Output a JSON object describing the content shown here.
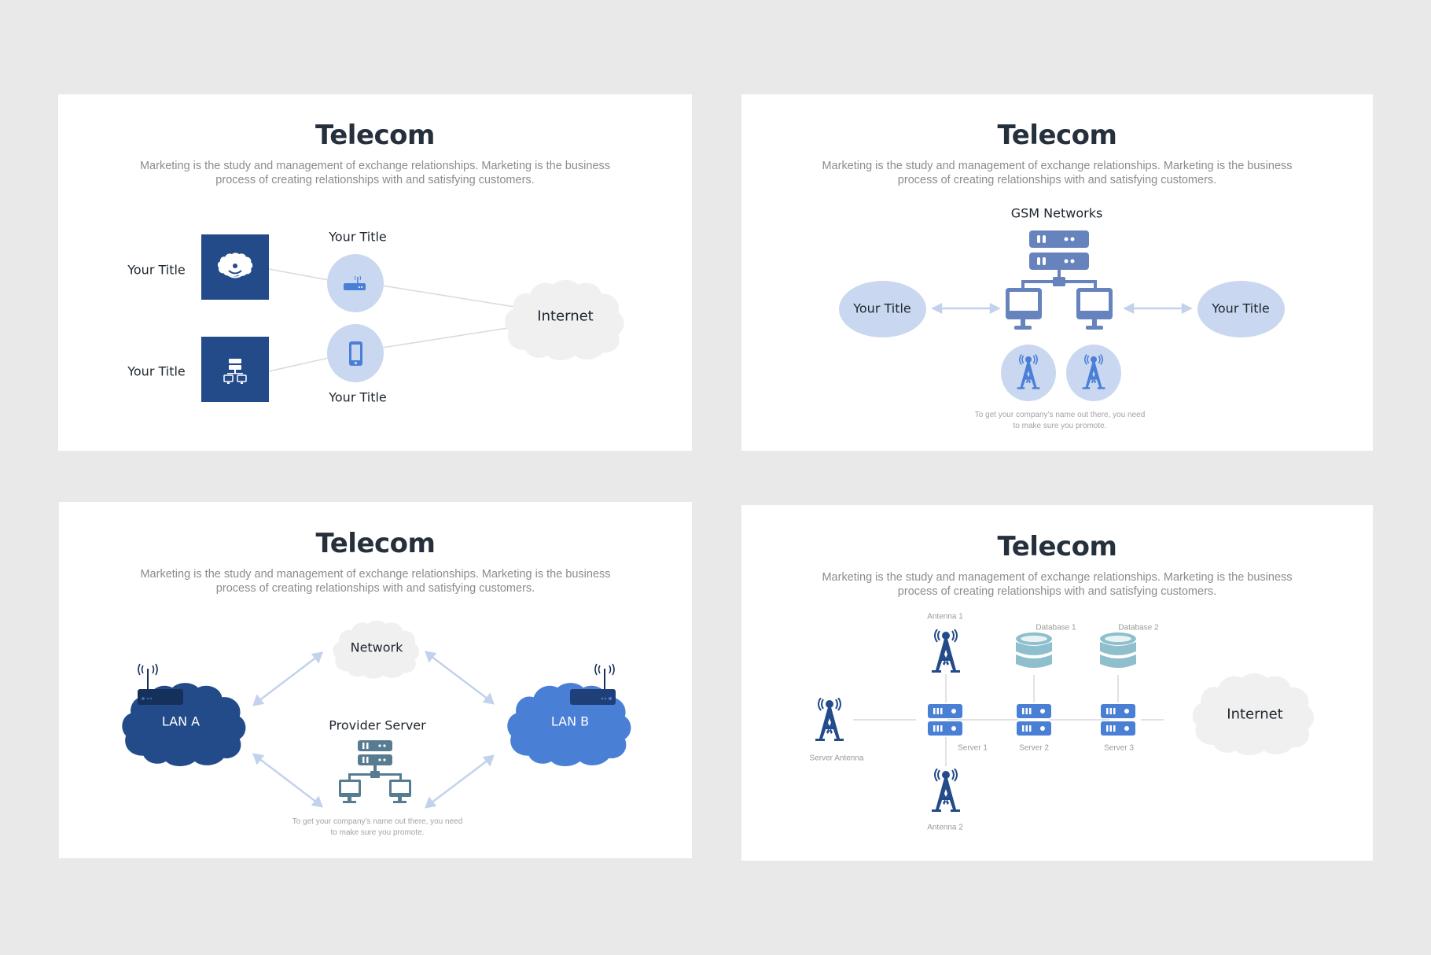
{
  "colors": {
    "background": "#e9e9e9",
    "panel": "#ffffff",
    "title": "#26303c",
    "subtitle": "#8c8c8c",
    "navy": "#234b8a",
    "blue": "#4a7fd6",
    "light_blue": "#c9d8f0",
    "slate_blue": "#6683bd",
    "teal_db": "#8fbfcc",
    "cloud_gray": "#f0f0f0",
    "line_gray": "#d8d8d8"
  },
  "slides": [
    {
      "title": "Telecom",
      "subtitle_line1": "Marketing is the study and management of exchange relationships. Marketing is the business",
      "subtitle_line2": "process of creating relationships with and satisfying customers.",
      "left_labels": [
        "Your Title",
        "Your Title"
      ],
      "left_icons": [
        "cloud-wifi-icon",
        "server-network-icon"
      ],
      "middle_top_label": "Your Title",
      "middle_bottom_label": "Your Title",
      "middle_icons": [
        "router-icon",
        "smartphone-icon"
      ],
      "cloud_label": "Internet"
    },
    {
      "title": "Telecom",
      "subtitle_line1": "Marketing is the study and management of exchange relationships. Marketing is the business",
      "subtitle_line2": "process of creating relationships with and satisfying customers.",
      "center_label": "GSM Networks",
      "left_ellipse_label": "Your Title",
      "right_ellipse_label": "Your Title",
      "antenna_icons": [
        "antenna-tower-icon",
        "antenna-tower-icon"
      ],
      "caption_line1": "To get your company’s name out there, you need",
      "caption_line2": "to make sure you promote."
    },
    {
      "title": "Telecom",
      "subtitle_line1": "Marketing is the study and management of exchange relationships. Marketing is the business",
      "subtitle_line2": "process of creating relationships with and satisfying customers.",
      "top_cloud_label": "Network",
      "left_cloud_label": "LAN A",
      "right_cloud_label": "LAN B",
      "center_label": "Provider Server",
      "caption_line1": "To get your company’s name out there, you need",
      "caption_line2": "to make sure you promote."
    },
    {
      "title": "Telecom",
      "subtitle_line1": "Marketing is the study and management of exchange relationships. Marketing is the business",
      "subtitle_line2": "process of creating relationships with and satisfying customers.",
      "nodes": {
        "antenna1": "Antenna 1",
        "antenna2": "Antenna 2",
        "server_antenna": "Server Antenna",
        "server1": "Server 1",
        "server2": "Server 2",
        "server3": "Server 3",
        "database1": "Database 1",
        "database2": "Database 2",
        "internet": "Internet"
      }
    }
  ]
}
